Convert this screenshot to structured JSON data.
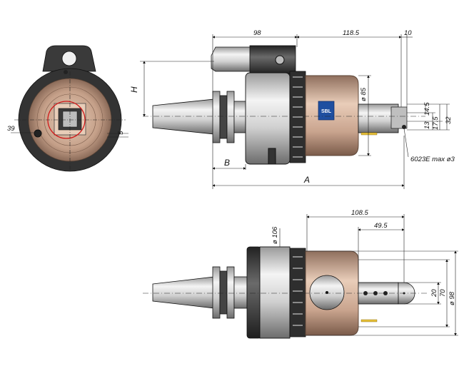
{
  "dimensions": {
    "side_view": {
      "d98": "98",
      "d118_5": "118.5",
      "d10": "10",
      "d_phi85": "ø 85",
      "d14_5": "14.5",
      "d13": "13",
      "d17_5": "17.5",
      "d32": "32",
      "label_H": "H",
      "label_B": "B",
      "label_A": "A",
      "screw_note": "6023E max ø3",
      "badge_text": "SBL"
    },
    "end_view": {
      "d39": "39",
      "d5": "5"
    },
    "top_view": {
      "d108_5": "108.5",
      "d49_5": "49.5",
      "d_phi106": "ø 106",
      "d20": "20",
      "d70": "70",
      "d_phi98": "ø 98"
    }
  },
  "colors": {
    "bronze": "#c9a48e",
    "steel_light": "#e6e6e6",
    "steel_dark": "#7a7a7a",
    "dark": "#2b2b2b",
    "badge_blue": "#1f4fa0",
    "red_circle": "#d11a1a",
    "pin_yellow": "#e8c23a"
  }
}
